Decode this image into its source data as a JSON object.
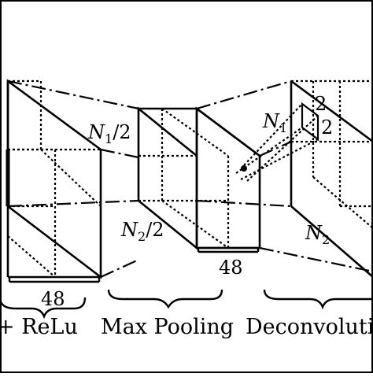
{
  "stages": [
    {
      "label": "+ ReLu"
    },
    {
      "label": "Max Pooling"
    },
    {
      "label": "Deconvolutio"
    }
  ],
  "dimensions": {
    "depth_first": "48",
    "depth_second": "48",
    "pool_width_base": "N",
    "pool_width_sub": "1",
    "pool_width_div": "/2",
    "pool_height_base": "N",
    "pool_height_sub": "2",
    "pool_height_div": "/2",
    "deconv_width_base": "N",
    "deconv_width_sub": "1",
    "deconv_height_base": "N",
    "deconv_height_sub": "2",
    "kernel_a": "2",
    "kernel_b": "2"
  }
}
